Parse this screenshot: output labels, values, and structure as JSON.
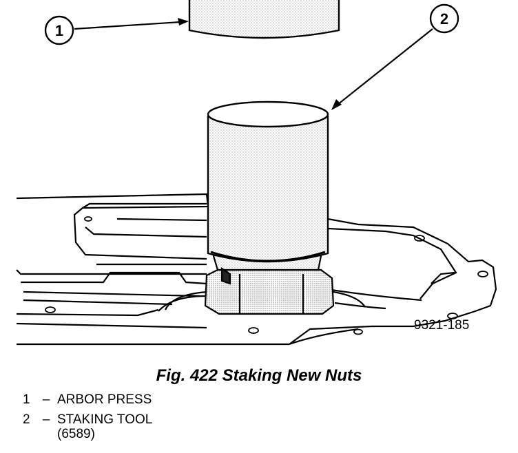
{
  "figure": {
    "callouts": [
      {
        "number": "1"
      },
      {
        "number": "2"
      }
    ],
    "image_id": "9321-185"
  },
  "caption": "Fig. 422 Staking New Nuts",
  "legend": [
    {
      "number": "1",
      "dash": "–",
      "lines": [
        "ARBOR PRESS"
      ]
    },
    {
      "number": "2",
      "dash": "–",
      "lines": [
        "STAKING TOOL",
        "(6589)"
      ]
    }
  ]
}
